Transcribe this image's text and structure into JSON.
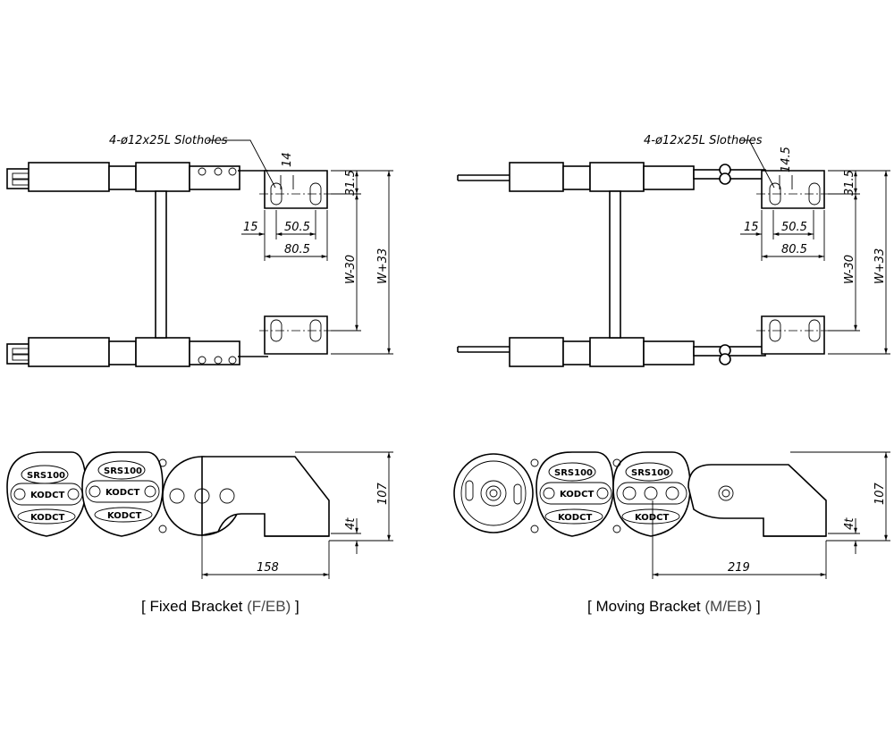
{
  "fixed": {
    "slot_label": "4-ø12x25L Slotholes",
    "dims": {
      "d14": "14",
      "d31_5": "31.5",
      "d15": "15",
      "d50_5": "50.5",
      "d80_5": "80.5",
      "w_minus": "W-30",
      "w_plus": "W+33",
      "d107": "107",
      "d4t": "4t",
      "d158": "158"
    },
    "brand": "SRS100",
    "maker": "KODCT",
    "caption_main": "Fixed Bracket",
    "caption_code": "(F/EB)",
    "bracket_open": "[",
    "bracket_close": "]"
  },
  "moving": {
    "slot_label": "4-ø12x25L Slotholes",
    "dims": {
      "d14_5": "14.5",
      "d31_5": "31.5",
      "d15": "15",
      "d50_5": "50.5",
      "d80_5": "80.5",
      "w_minus": "W-30",
      "w_plus": "W+33",
      "d107": "107",
      "d4t": "4t",
      "d219": "219"
    },
    "brand": "SRS100",
    "maker": "KODCT",
    "caption_main": "Moving Bracket",
    "caption_code": "(M/EB)",
    "bracket_open": "[",
    "bracket_close": "]"
  }
}
